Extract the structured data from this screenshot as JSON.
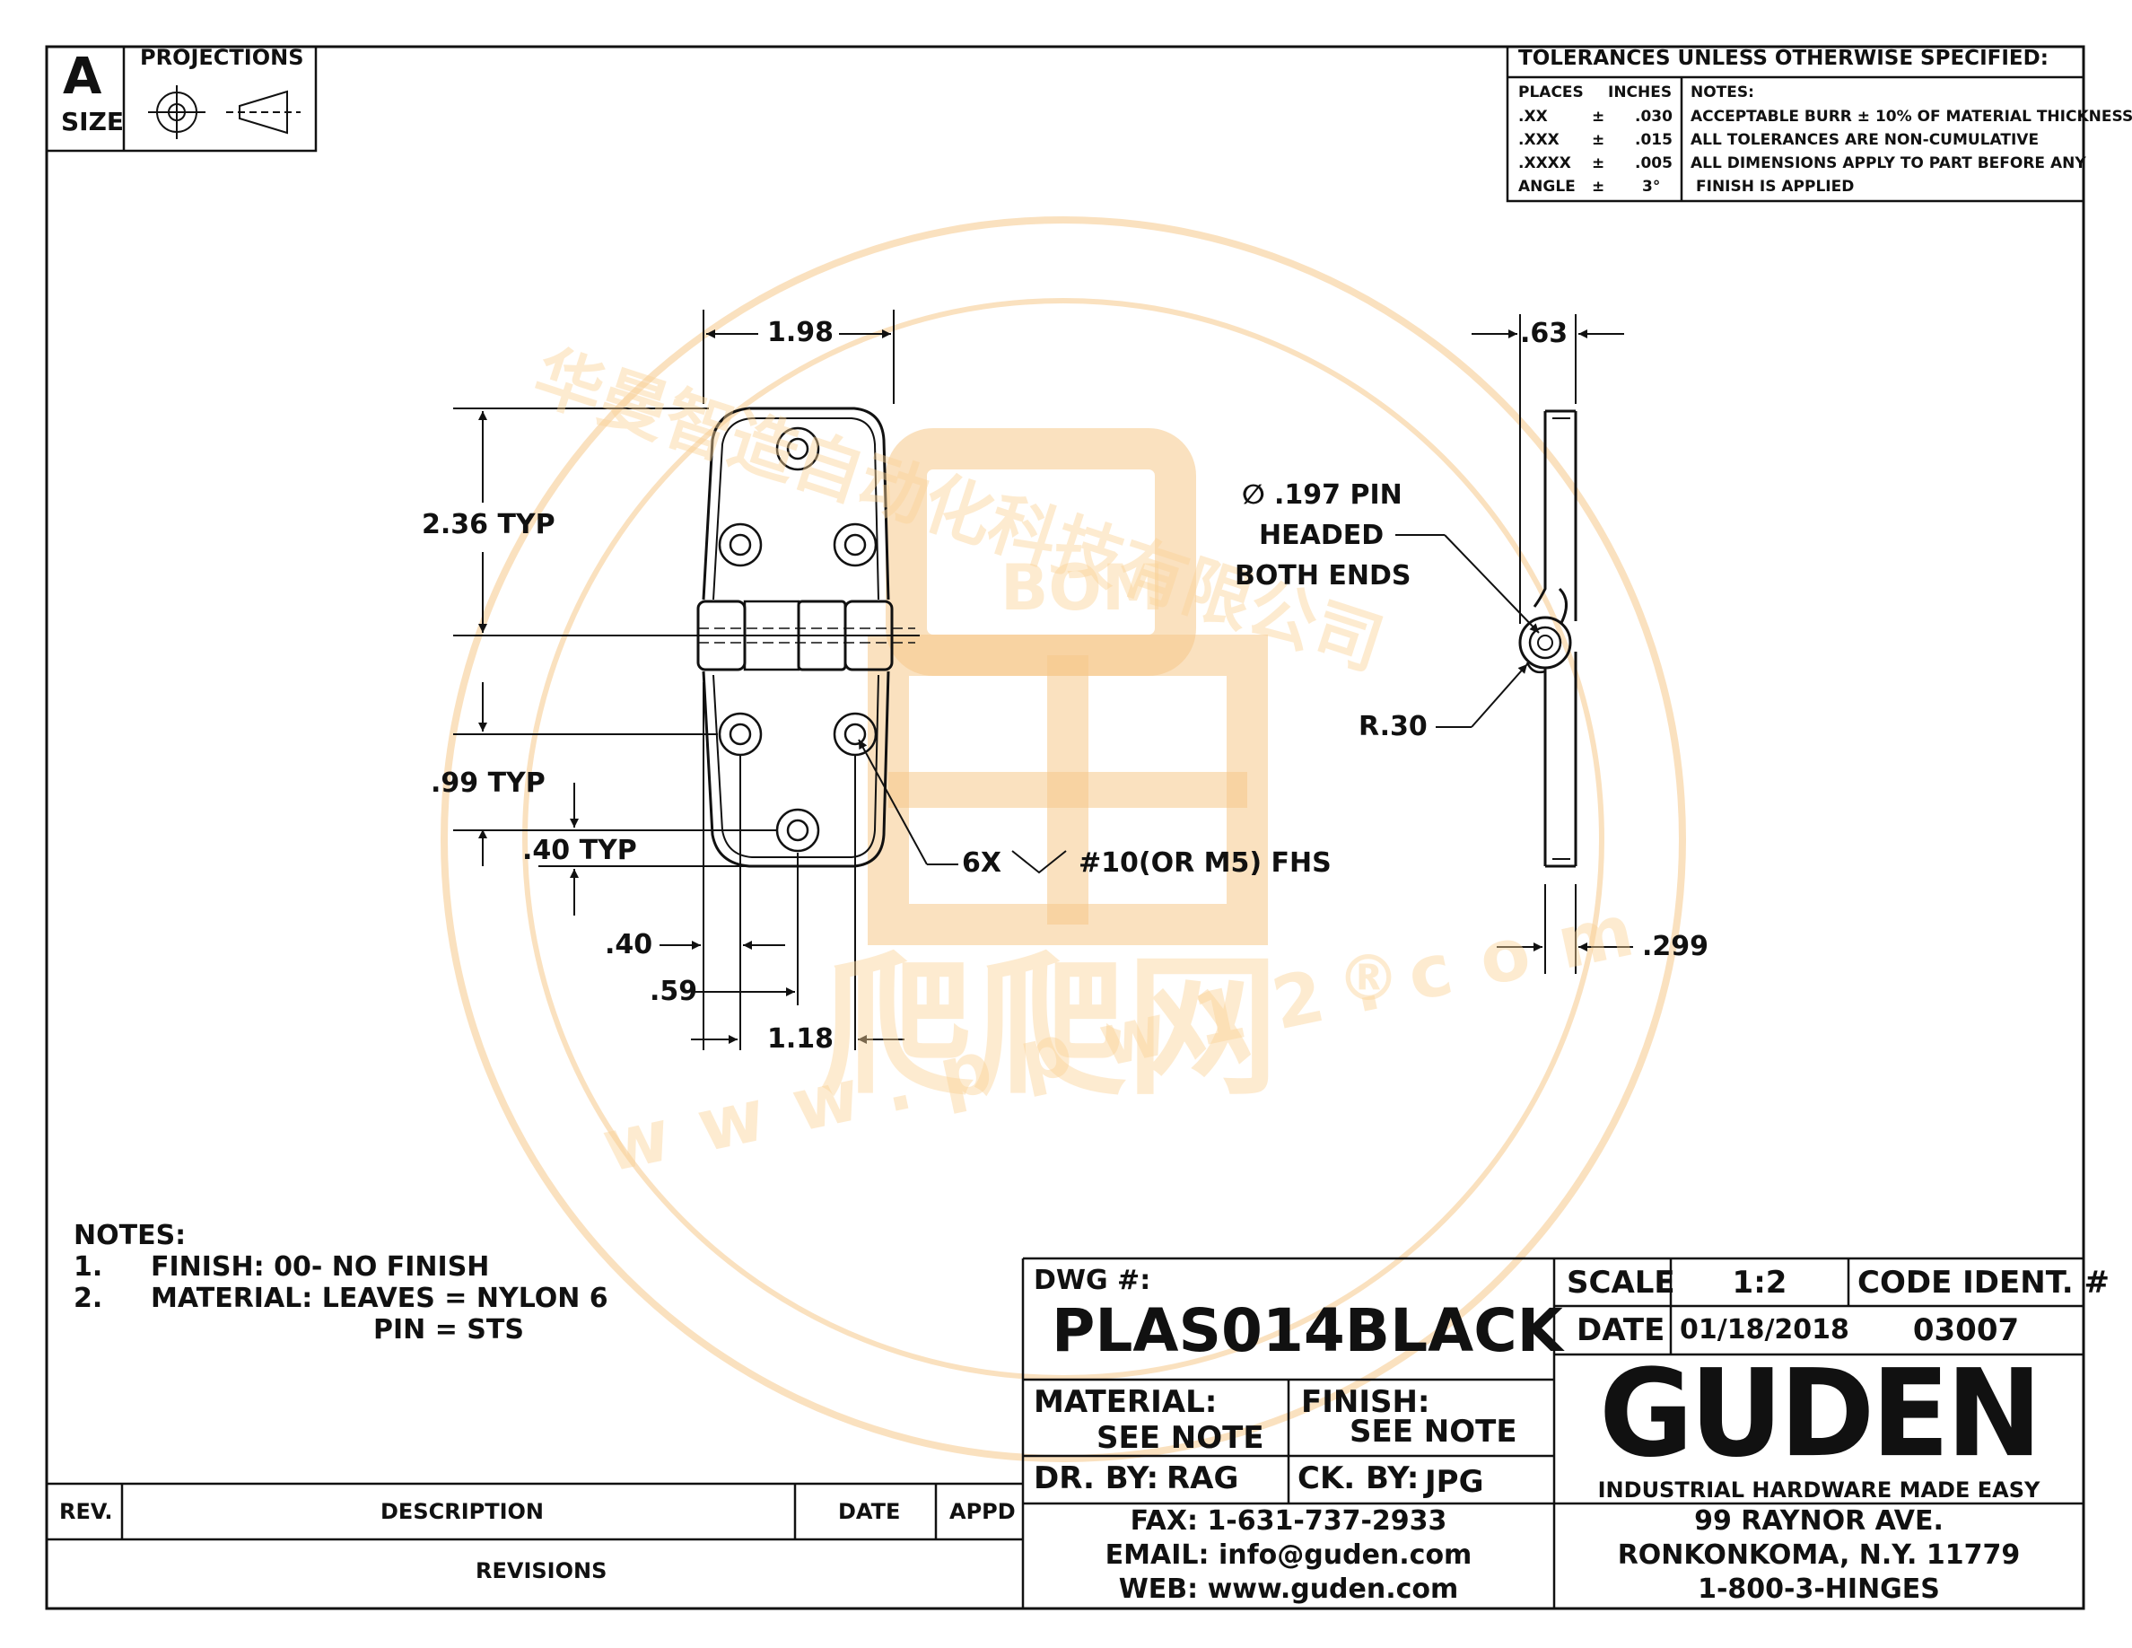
{
  "size_block": {
    "letter": "A",
    "label": "SIZE",
    "projections": "PROJECTIONS"
  },
  "tolerances": {
    "title": "TOLERANCES UNLESS OTHERWISE SPECIFIED:",
    "col_places": "PLACES",
    "col_inches": "INCHES",
    "rows": [
      {
        "place": ".XX",
        "pm": "±",
        "value": ".030"
      },
      {
        "place": ".XXX",
        "pm": "±",
        "value": ".015"
      },
      {
        "place": ".XXXX",
        "pm": "±",
        "value": ".005"
      },
      {
        "place": "ANGLE",
        "pm": "±",
        "value": "3°"
      }
    ],
    "notes_label": "NOTES:",
    "notes": [
      "ACCEPTABLE BURR ± 10% OF MATERIAL THICKNESS",
      "ALL TOLERANCES ARE NON-CUMULATIVE",
      "ALL DIMENSIONS APPLY TO PART BEFORE ANY",
      "FINISH IS APPLIED"
    ]
  },
  "dimensions": {
    "width": "1.98",
    "height": "2.36 TYP",
    "hole_spacing": ".99 TYP",
    "edge_offset": ".40 TYP",
    "x_040": ".40",
    "x_059": ".59",
    "x_118": "1.18",
    "thickness": ".63",
    "leaf_thickness": ".299",
    "pin_line1": ".197 PIN",
    "pin_diameter_symbol": "∅",
    "pin_line2": "HEADED",
    "pin_line3": "BOTH ENDS",
    "radius": "R.30",
    "holes_count": "6X",
    "holes_spec": "#10(OR M5) FHS"
  },
  "notes": {
    "title": "NOTES:",
    "items": [
      {
        "num": "1.",
        "text": "FINISH: 00- NO FINISH"
      },
      {
        "num": "2.",
        "text": "MATERIAL: LEAVES = NYLON 6"
      }
    ],
    "item2_line2": "PIN = STS"
  },
  "revisions": {
    "col_rev": "REV.",
    "col_description": "DESCRIPTION",
    "col_date": "DATE",
    "col_appd": "APPD",
    "footer": "REVISIONS"
  },
  "title_block": {
    "dwg_label": "DWG #:",
    "dwg_number": "PLAS014BLACK",
    "scale_label": "SCALE",
    "scale": "1:2",
    "code_label": "CODE IDENT. #",
    "code": "03007",
    "date_label": "DATE",
    "date": "01/18/2018",
    "material_label": "MATERIAL:",
    "material": "SEE NOTE",
    "finish_label": "FINISH:",
    "finish": "SEE NOTE",
    "drawn_label": "DR. BY:",
    "drawn": "RAG",
    "checked_label": "CK. BY:",
    "checked": "JPG",
    "fax": "FAX: 1-631-737-2933",
    "email": "EMAIL: info@guden.com",
    "web": "WEB: www.guden.com",
    "logo_text": "GUDEN",
    "tagline": "INDUSTRIAL HARDWARE MADE EASY",
    "address1": "99 RAYNOR AVE.",
    "address2": "RONKONKOMA, N.Y. 11779",
    "phone": "1-800-3-HINGES"
  },
  "watermark": {
    "company": "华曼智造自动化科技有限公司",
    "mid": "BOM",
    "brand": "爬爬网",
    "reg": "®",
    "url": "www.ppw12.com"
  },
  "colors": {
    "line": "#111111",
    "watermark": "#f5c98a"
  }
}
